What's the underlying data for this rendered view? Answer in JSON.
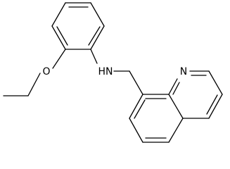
{
  "diagram": {
    "type": "skeletal-structure",
    "atom_labels": {
      "oxygen": "O",
      "amine": "HN",
      "ring_nitrogen": "N"
    },
    "colors": {
      "bond": "#000000",
      "label": "#000000",
      "background": "#ffffff"
    }
  }
}
